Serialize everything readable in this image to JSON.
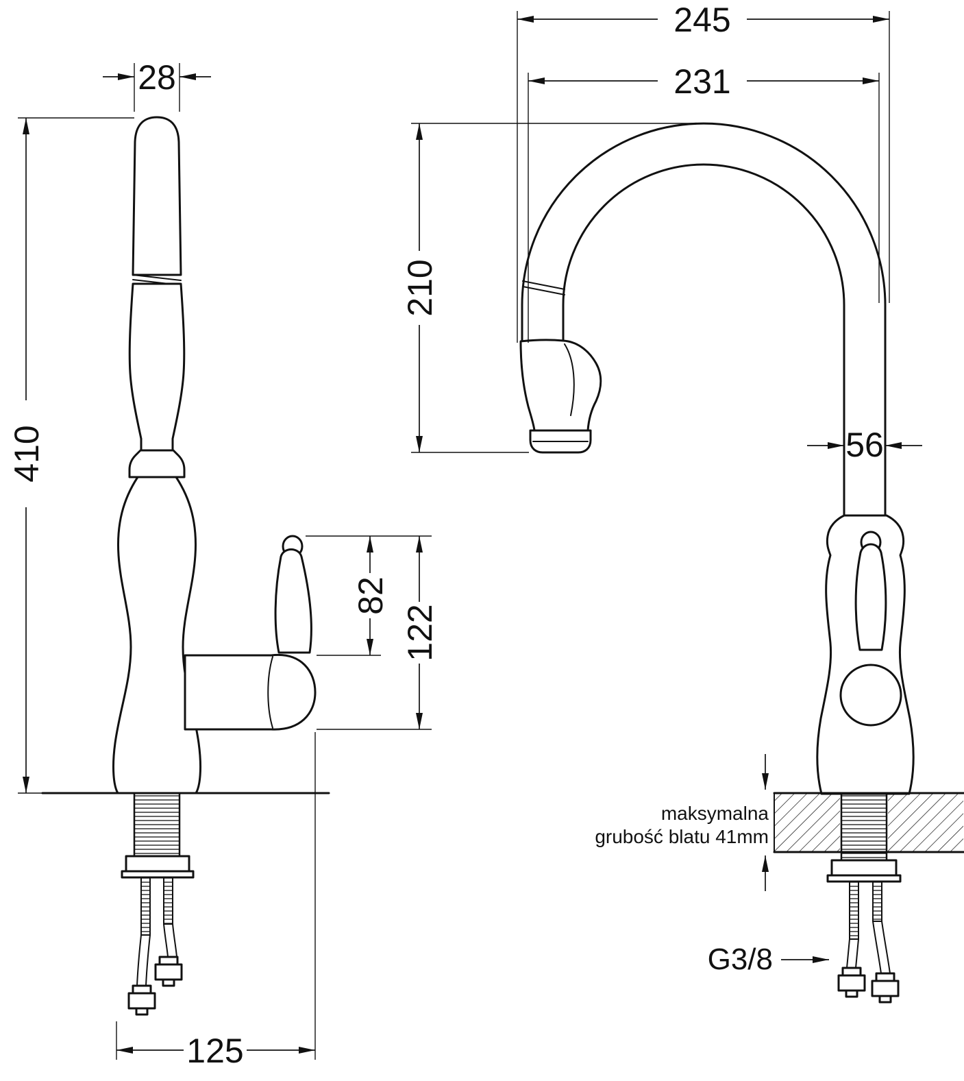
{
  "colors": {
    "background": "#ffffff",
    "line": "#111111"
  },
  "left_view": {
    "spout_width": "28",
    "total_height": "410",
    "lever_height": "82",
    "handle_height": "122",
    "base_depth": "125"
  },
  "right_view": {
    "total_depth": "245",
    "spout_reach": "231",
    "spout_height": "210",
    "column_width": "56",
    "counter_note_line1": "maksymalna",
    "counter_note_line2": "grubość blatu 41mm",
    "connection_label": "G3/8"
  }
}
